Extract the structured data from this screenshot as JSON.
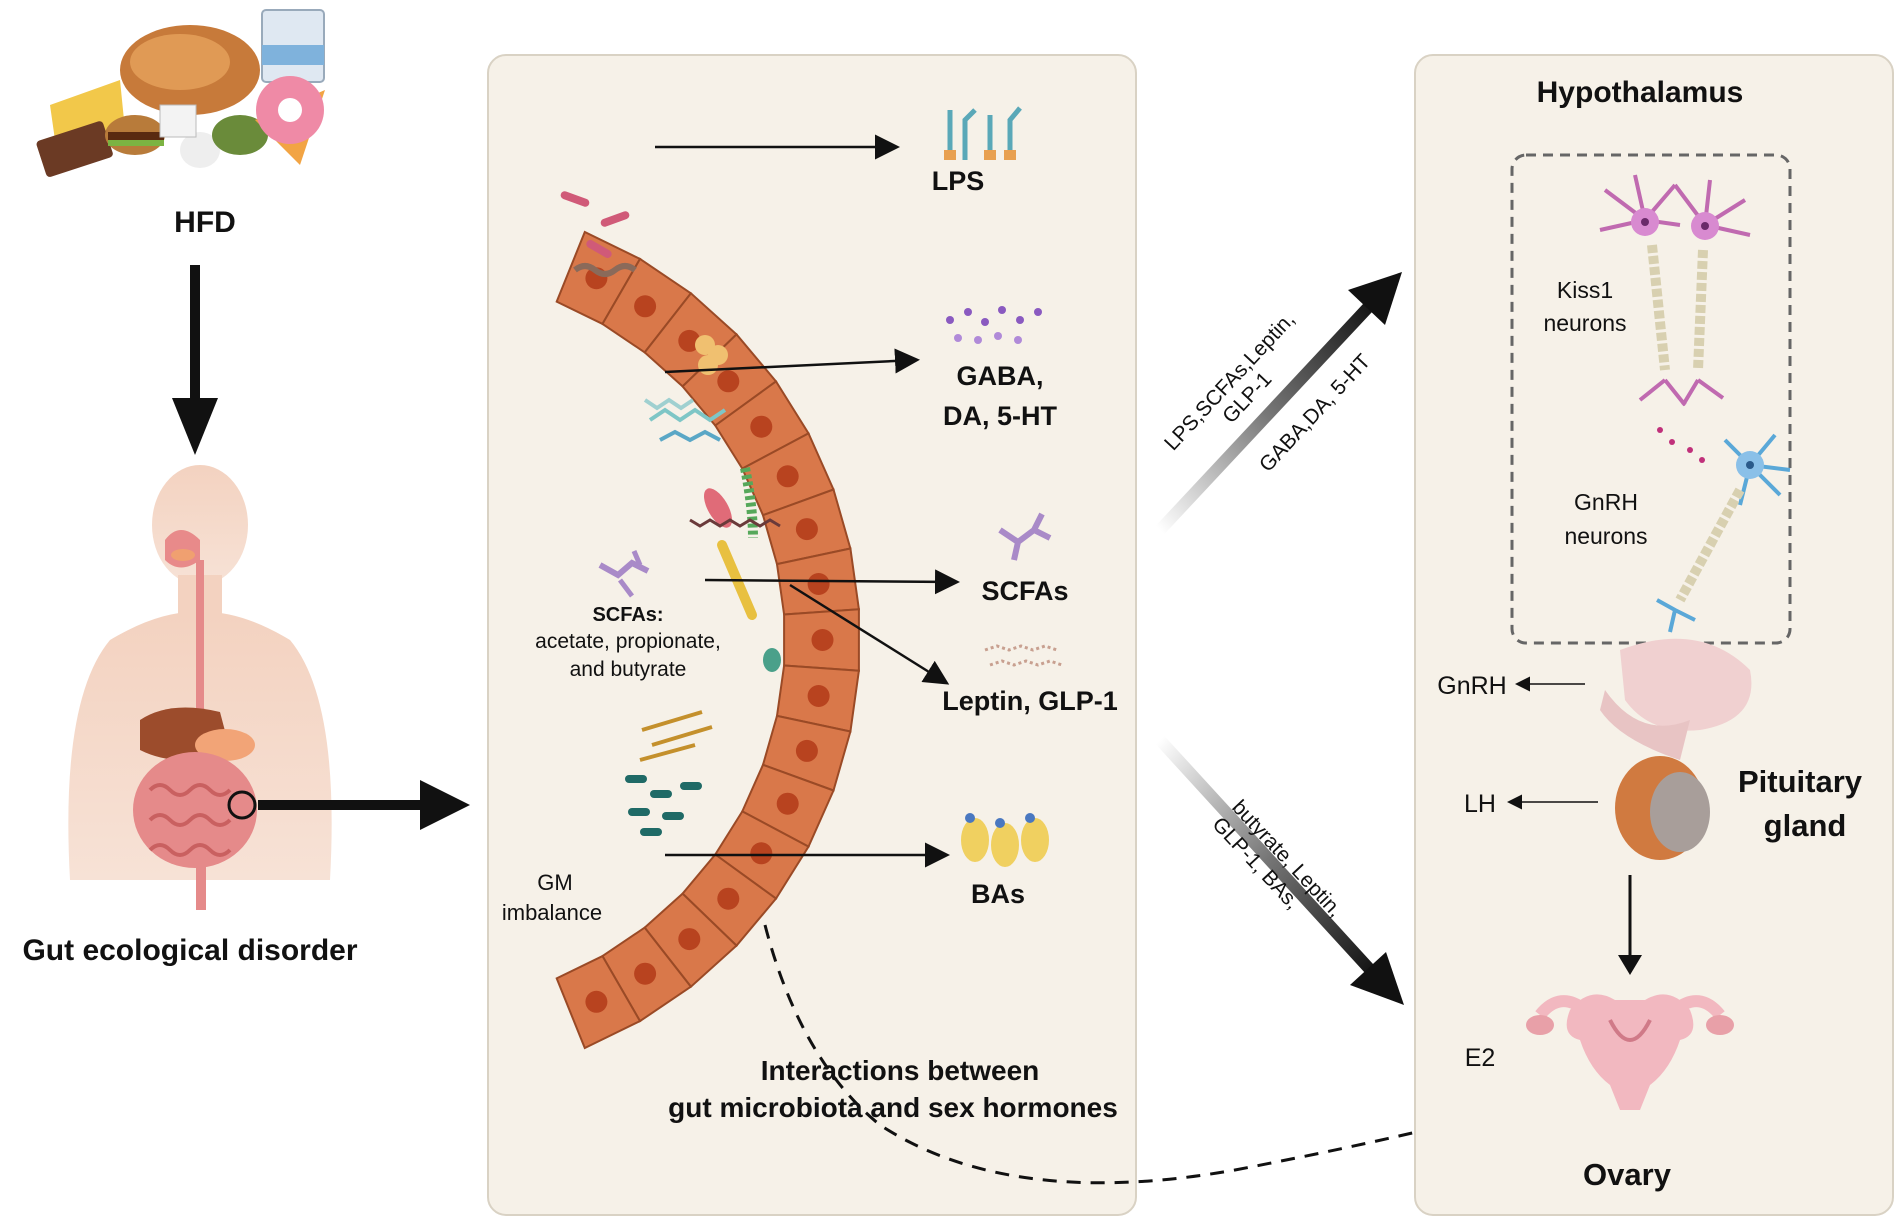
{
  "left": {
    "food_label": "HFD",
    "disorder_label": "Gut ecological disorder"
  },
  "gut_panel": {
    "outputs": {
      "lps": "LPS",
      "gaba_line1": "GABA,",
      "gaba_line2": "DA, 5-HT",
      "scfas": "SCFAs",
      "leptin": "Leptin, GLP-1",
      "bas": "BAs"
    },
    "scfa_note": {
      "line1": "SCFAs:",
      "line2": "acetate, propionate,",
      "line3": "and butyrate"
    },
    "gm_label": {
      "line1": "GM",
      "line2": "imbalance"
    },
    "interactions": {
      "line1": "Interactions between",
      "line2": "gut microbiota and sex hormones"
    }
  },
  "arrows": {
    "upper_line1": "LPS,SCFAs,Leptin,",
    "upper_line2": "GLP-1",
    "upper_line3": "GABA,DA, 5-HT",
    "lower_line1": "butyrate, Leptin,",
    "lower_line2": "GLP-1, BAs,"
  },
  "right_panel": {
    "title": "Hypothalamus",
    "kiss_line1": "Kiss1",
    "kiss_line2": "neurons",
    "gnrh_line1": "GnRH",
    "gnrh_line2": "neurons",
    "gnrh_out": "GnRH",
    "lh_out": "LH",
    "pituitary_line1": "Pituitary",
    "pituitary_line2": "gland",
    "e2": "E2",
    "ovary": "Ovary"
  },
  "colors": {
    "cell": "#d9784a",
    "cell_border": "#9a4a26",
    "nucleus": "#b8431f",
    "panel_bg": "#f6f1e8",
    "panel_border": "#d9d2c4"
  }
}
